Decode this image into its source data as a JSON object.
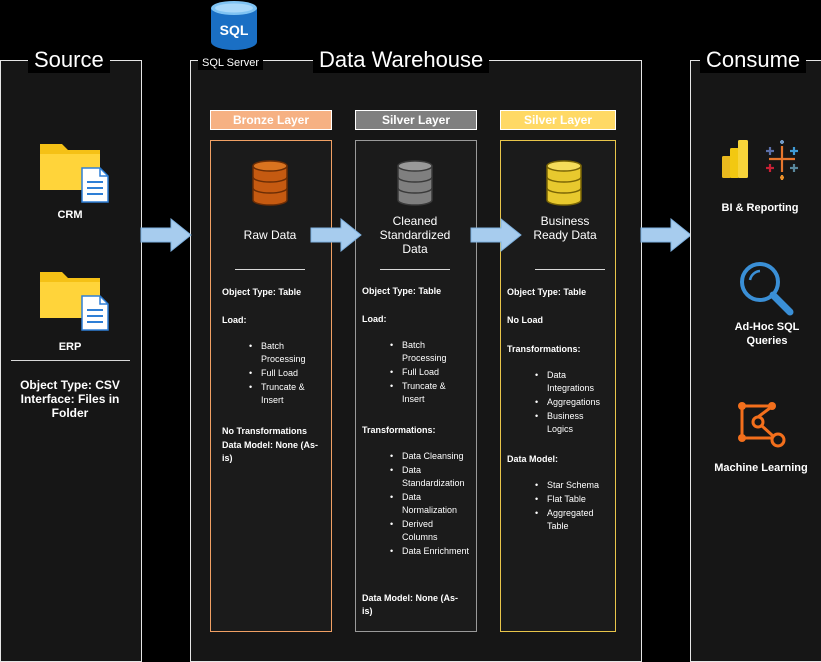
{
  "source": {
    "title": "Source",
    "items": [
      {
        "label": "CRM",
        "icon": "folder-document-icon"
      },
      {
        "label": "ERP",
        "icon": "folder-document-icon"
      }
    ],
    "object_type_label": "Object Type:",
    "object_type_value": "CSV",
    "interface_label": "Interface:",
    "interface_value": "Files in Folder"
  },
  "warehouse": {
    "title": "Data Warehouse",
    "server_label": "SQL Server",
    "db_badge": "SQL",
    "layers": [
      {
        "header": "Bronze Layer",
        "header_color": "#f6b183",
        "border_color": "#f0a064",
        "db_color": "#c55a11",
        "name": "Raw Data",
        "object_type": "Object Type: Table",
        "load_label": "Load:",
        "load_items": [
          "Batch Processing",
          "Full Load",
          "Truncate & Insert"
        ],
        "no_transformations": "No Transformations",
        "data_model": "Data Model: None (As-is)"
      },
      {
        "header": "Silver Layer",
        "header_color": "#7f7f7f",
        "border_color": "#9a9a9a",
        "db_color": "#7f7f7f",
        "name": "Cleaned Standardized Data",
        "object_type": "Object Type: Table",
        "load_label": "Load:",
        "load_items": [
          "Batch Processing",
          "Full Load",
          "Truncate & Insert"
        ],
        "transformations_label": "Transformations:",
        "transformation_items": [
          "Data Cleansing",
          "Data Standardization",
          "Data Normalization",
          "Derived Columns",
          "Data Enrichment"
        ],
        "data_model": "Data Model: None (As-is)"
      },
      {
        "header": "Silver Layer",
        "header_color": "#ffd965",
        "border_color": "#e8c54a",
        "db_color": "#e8c92e",
        "name": "Business Ready Data",
        "object_type": "Object Type: Table",
        "no_load": "No Load",
        "transformations_label": "Transformations:",
        "transformation_items": [
          "Data Integrations",
          "Aggregations",
          "Business Logics"
        ],
        "data_model_label": "Data Model:",
        "data_model_items": [
          "Star Schema",
          "Flat Table",
          "Aggregated Table"
        ]
      }
    ]
  },
  "consume": {
    "title": "Consume",
    "items": [
      {
        "label": "BI & Reporting",
        "icon": "bi-tools-icon"
      },
      {
        "label": "Ad-Hoc SQL Queries",
        "icon": "magnifier-icon"
      },
      {
        "label": "Machine Learning",
        "icon": "machine-learning-icon"
      }
    ]
  },
  "colors": {
    "arrow": "#a7ccee",
    "arrow_stroke": "#7fb2e0",
    "folder": "#f5c116",
    "doc_blue": "#2e7fd6",
    "ml_orange": "#f36f1c",
    "search_blue": "#3a8fd6"
  }
}
